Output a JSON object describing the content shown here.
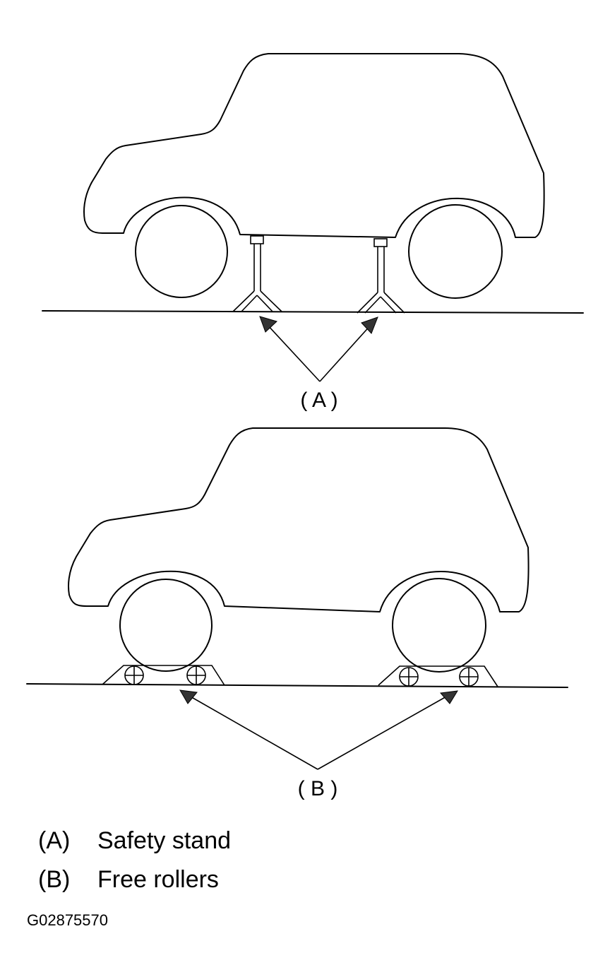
{
  "callouts": {
    "top": "( A )",
    "bottom": "( B )"
  },
  "legend": [
    {
      "key": "(A)",
      "text": "Safety stand"
    },
    {
      "key": "(B)",
      "text": "Free rollers"
    }
  ],
  "figure_id": "G02875570"
}
